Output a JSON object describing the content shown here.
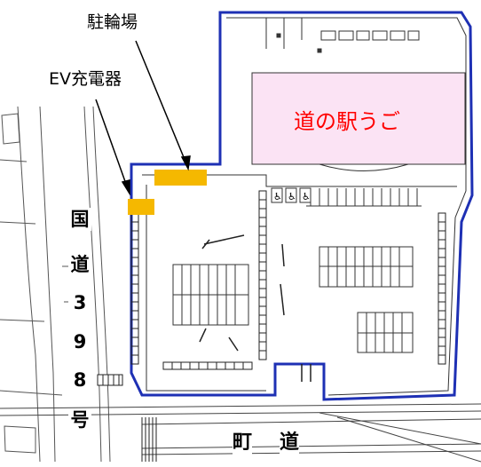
{
  "labels": {
    "bicycle_parking": "駐輪場",
    "ev_charger": "EV充電器",
    "station_name": "道の駅うご",
    "national_route": [
      "国",
      "道",
      "3",
      "9",
      "8",
      "号"
    ],
    "town_road": [
      "町",
      "道"
    ]
  },
  "colors": {
    "station_fill": "#fbe3f4",
    "station_text": "#ff0000",
    "marker": "#f5b800",
    "boundary": "#1e30b4",
    "linework": "#333333"
  },
  "icons": {
    "accessible_parking": "wheelchair-icon"
  }
}
